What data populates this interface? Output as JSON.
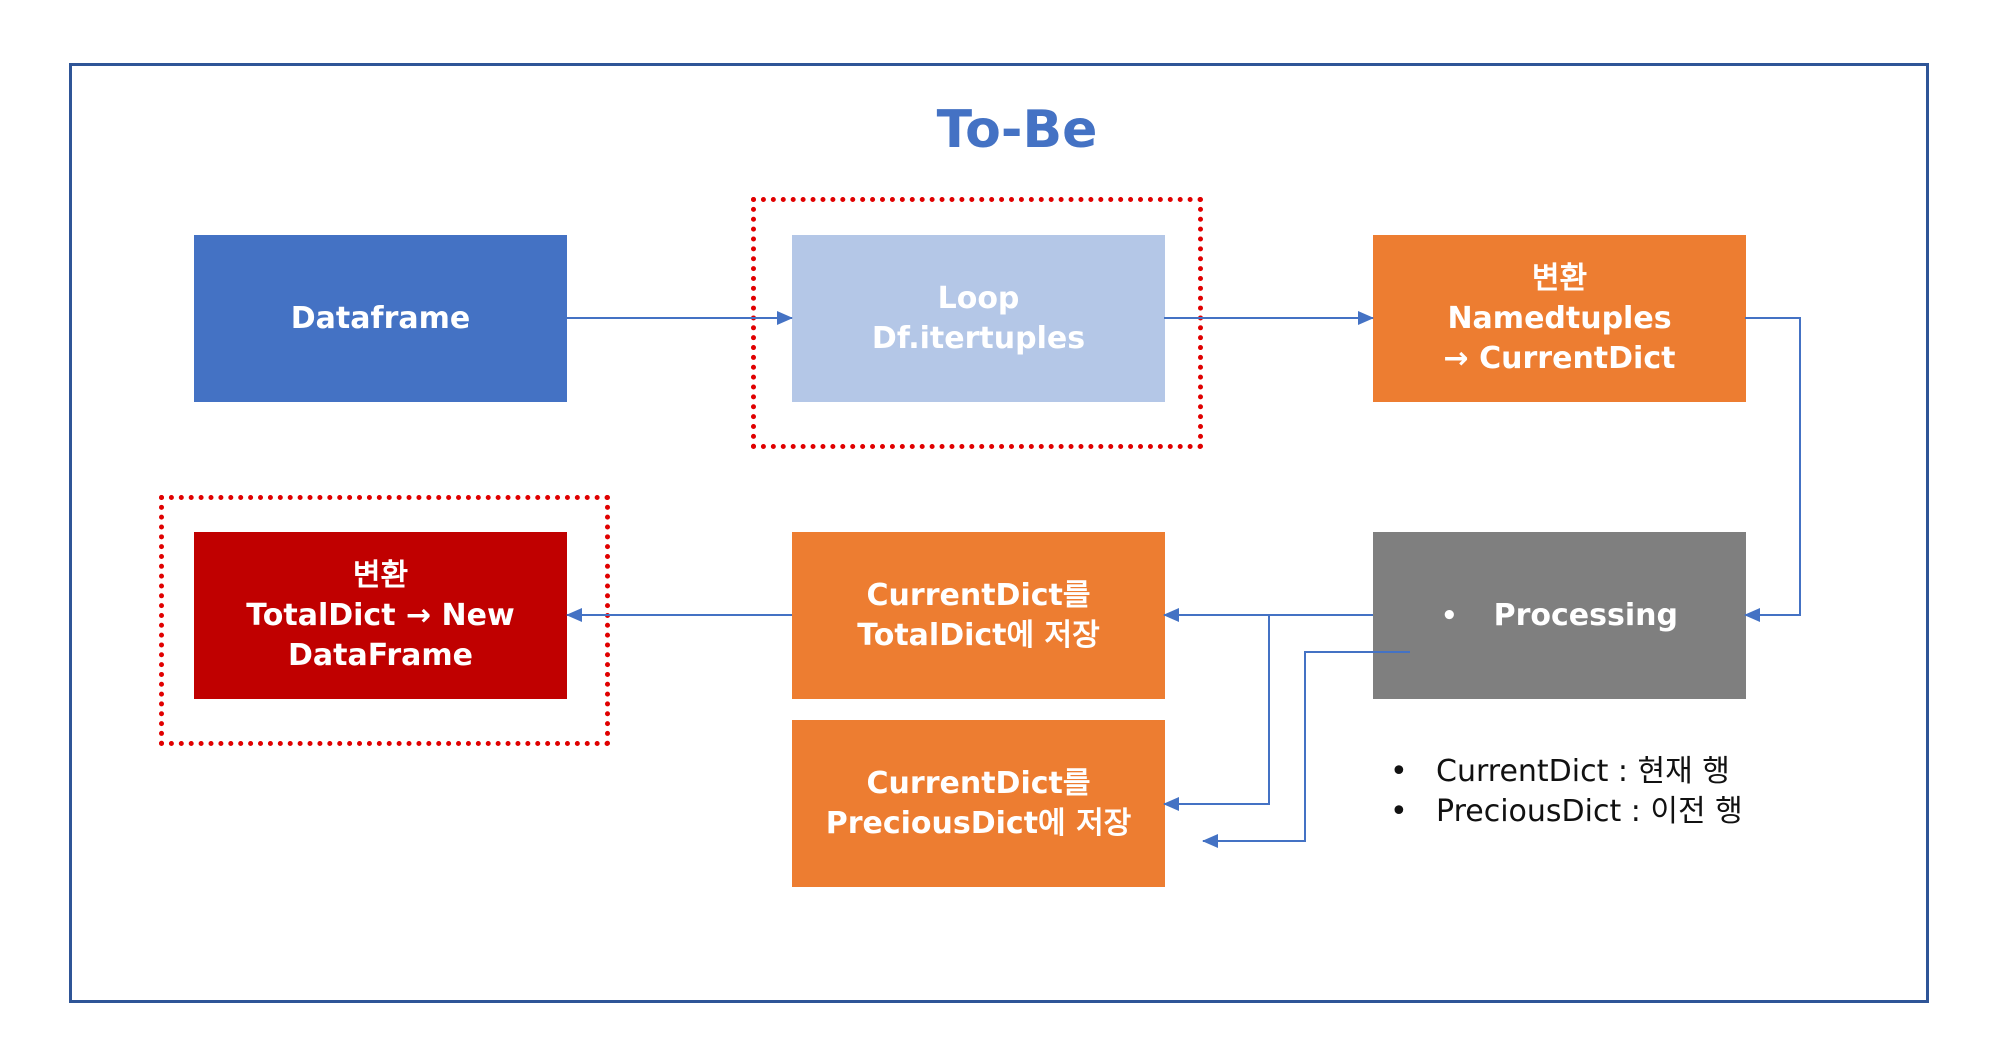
{
  "title": "To-Be",
  "colors": {
    "frame": "#2F5597",
    "title": "#4472C4",
    "arrow": "#4472C4",
    "highlight": "#E00000",
    "dataframe": "#4472C4",
    "loop": "#B4C7E7",
    "orange": "#ED7D31",
    "processing": "#7F7F7F",
    "final": "#C00000"
  },
  "boxes": {
    "dataframe": {
      "lines": [
        "Dataframe"
      ]
    },
    "loop": {
      "lines": [
        "Loop",
        "Df.itertuples"
      ]
    },
    "convert_current": {
      "lines": [
        "변환",
        "Namedtuples",
        "→ CurrentDict"
      ]
    },
    "processing": {
      "bullet": "•",
      "label": "Processing"
    },
    "save_total": {
      "lines": [
        "CurrentDict를",
        "TotalDict에 저장"
      ]
    },
    "save_precious": {
      "lines": [
        "CurrentDict를",
        "PreciousDict에 저장"
      ]
    },
    "convert_total": {
      "lines": [
        "변환",
        "TotalDict → New",
        "DataFrame"
      ]
    }
  },
  "legend": [
    {
      "bullet": "•",
      "text": "CurrentDict : 현재 행"
    },
    {
      "bullet": "•",
      "text": "PreciousDict : 이전 행"
    }
  ]
}
